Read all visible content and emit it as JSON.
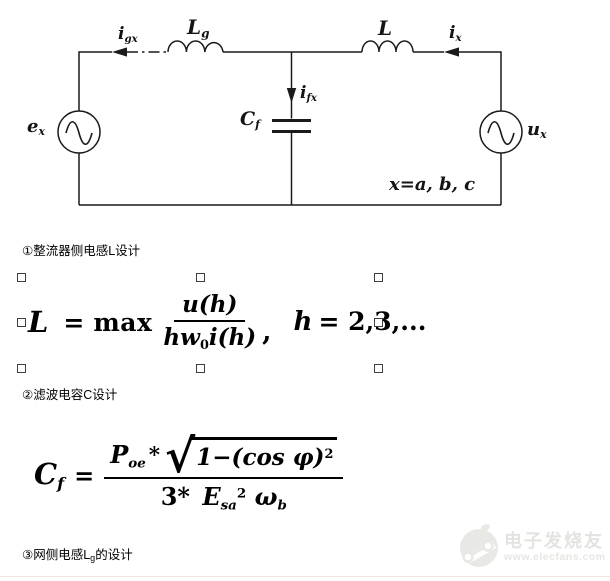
{
  "colors": {
    "ink": "#1a1a1a",
    "watermark": "#e5e5e2",
    "divider": "#e9e7e3"
  },
  "circuit": {
    "currents": {
      "igx": {
        "base": "i",
        "sub": "gx"
      },
      "ix": {
        "base": "i",
        "sub": "x"
      },
      "ifx": {
        "base": "i",
        "sub": "fx"
      }
    },
    "components": {
      "lg": {
        "base": "L",
        "sub": "g"
      },
      "l": {
        "base": "L"
      },
      "cf": {
        "base": "C",
        "sub": "f"
      }
    },
    "sources": {
      "ex": {
        "base": "e",
        "sub": "x"
      },
      "ux": {
        "base": "u",
        "sub": "x"
      }
    },
    "note": "x=a, b, c"
  },
  "sections": {
    "s1": {
      "heading": "①整流器侧电感L设计"
    },
    "s2": {
      "heading": "②滤波电容C设计"
    },
    "s3": {
      "pre": "③网侧电感L",
      "sub": "g",
      "post": "的设计"
    }
  },
  "formula1": {
    "lhs": "L",
    "equals": "=",
    "operator": "max",
    "numerator": "u(h)",
    "den_main": "hw",
    "den_sub": "0",
    "den_tail": "i(h)",
    "comma": ",",
    "cond_var": "h",
    "cond_rest": "= 2,3,..."
  },
  "formula2": {
    "lhs_base": "C",
    "lhs_sub": "f",
    "equals": "=",
    "p_base": "P",
    "p_sub": "oe",
    "star": "*",
    "radicand": "1−(cos φ)",
    "radicand_sup": "2",
    "den_coeff": "3*",
    "e_base": "E",
    "e_sub": "sa",
    "e_sup": "2",
    "omega": "ω",
    "omega_sub": "b"
  },
  "watermark": {
    "title": "电子发烧友",
    "url": "www.elecfans.com"
  }
}
